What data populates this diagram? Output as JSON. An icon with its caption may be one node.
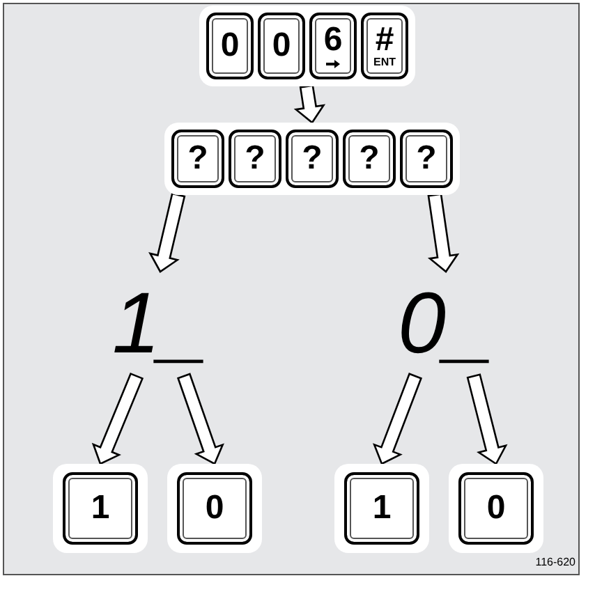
{
  "diagram": {
    "nodes": [
      {
        "text": [],
        "shape": "box"
      },
      {
        "text": [
          "0"
        ],
        "in": 0
      },
      {
        "text": [
          "0"
        ],
        "in": 0
      },
      {
        "text": [
          "6"
        ],
        "in": 0
      },
      {
        "text": [
          "#",
          "ENT"
        ],
        "in": 0
      },
      {
        "text": [],
        "shape": "box"
      },
      {
        "text": [
          "?"
        ],
        "in": 5
      },
      {
        "text": [
          "?"
        ],
        "in": 5
      },
      {
        "text": [
          "?"
        ],
        "in": 5
      },
      {
        "text": [
          "?"
        ],
        "in": 5
      },
      {
        "text": [
          "?"
        ],
        "in": 5
      },
      {
        "text": [
          "1_"
        ]
      },
      {
        "text": [
          "0_"
        ]
      },
      {
        "text": [
          "1"
        ]
      },
      {
        "text": [
          "0"
        ]
      },
      {
        "text": [
          "1"
        ]
      },
      {
        "text": [
          "0"
        ]
      }
    ],
    "edges": [
      {
        "from": 0,
        "to": 5,
        "arrow": "to"
      },
      {
        "from": 5,
        "to": 11,
        "arrow": "to"
      },
      {
        "from": 5,
        "to": 12,
        "arrow": "to"
      },
      {
        "from": 11,
        "to": 13,
        "arrow": "to"
      },
      {
        "from": 11,
        "to": 14,
        "arrow": "to"
      },
      {
        "from": 12,
        "to": 15,
        "arrow": "to"
      },
      {
        "from": 12,
        "to": 16,
        "arrow": "to"
      }
    ],
    "labels": [
      "116-620"
    ]
  }
}
